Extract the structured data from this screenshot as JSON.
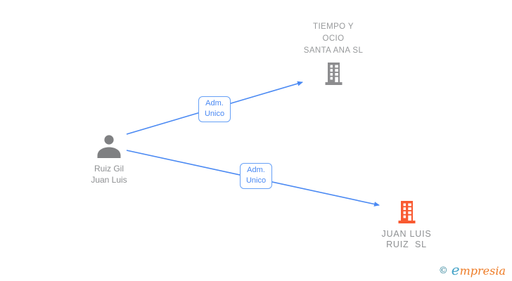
{
  "diagram": {
    "person": {
      "lines": [
        "Ruiz Gil",
        "Juan Luis"
      ]
    },
    "companies": [
      {
        "lines": [
          "TIEMPO Y",
          "OCIO",
          "SANTA ANA SL"
        ]
      },
      {
        "lines": [
          "JUAN LUIS",
          "RUIZ  SL"
        ]
      }
    ],
    "edges": [
      {
        "lines": [
          "Adm.",
          "Unico"
        ]
      },
      {
        "lines": [
          "Adm.",
          "Unico"
        ]
      }
    ]
  },
  "colors": {
    "edge_blue": "#4a89f3",
    "label_border_blue": "#66a0f6",
    "gray_building": "#8d8d8f",
    "orange_building": "#f95a31",
    "person_gray": "#7f8082",
    "text_gray": "#95979a"
  },
  "watermark": {
    "copyright_symbol": "©",
    "brand_initial": "e",
    "brand_rest": "mpresia"
  }
}
